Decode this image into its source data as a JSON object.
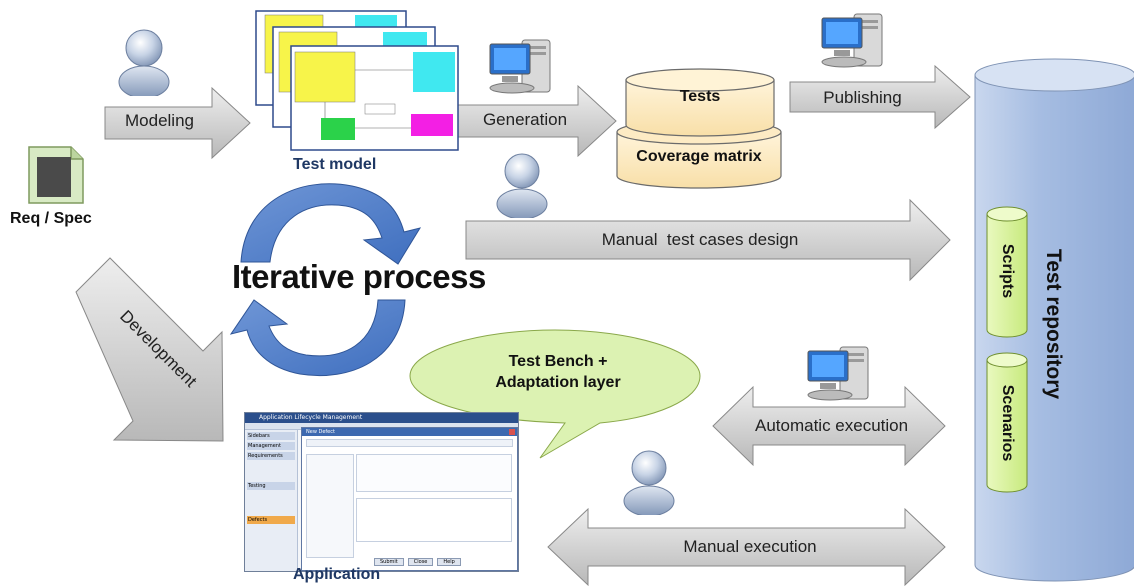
{
  "nodes": {
    "req_spec": "Req / Spec",
    "test_model": "Test model",
    "application": "Application",
    "tests": "Tests",
    "coverage_matrix": "Coverage matrix",
    "test_repository": "Test repository",
    "scripts": "Scripts",
    "scenarios": "Scenarios",
    "iterative_process": "Iterative process",
    "test_bench": "Test Bench + Adaptation layer"
  },
  "arrows": {
    "modeling": "Modeling",
    "generation": "Generation",
    "publishing": "Publishing",
    "manual_design": "Manual  test cases design",
    "development": "Development",
    "automatic_execution": "Automatic execution",
    "manual_execution": "Manual execution"
  },
  "colors": {
    "arrow_fill": "#d0d0d0",
    "repository": "#aabfe0",
    "cylinder_green": "#d7f29a",
    "cylinder_cream": "#fdebc4",
    "callout": "#dcf2b2",
    "title_blue": "#1f3864"
  },
  "app_window": {
    "title": "Application Lifecycle Management",
    "dialog_title": "New Defect",
    "menu": [
      "Sidebars",
      "Management",
      "Requirements",
      "Testing",
      "Defects"
    ],
    "buttons": [
      "Submit",
      "Close",
      "Help"
    ]
  }
}
